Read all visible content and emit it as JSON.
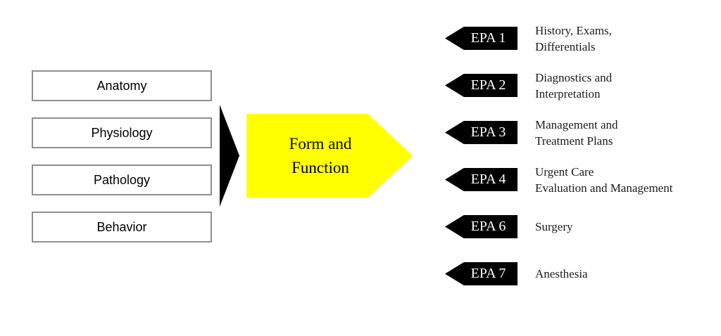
{
  "foundation_boxes": [
    {
      "label": "Anatomy"
    },
    {
      "label": "Physiology"
    },
    {
      "label": "Pathology"
    },
    {
      "label": "Behavior"
    }
  ],
  "bridge": {
    "label": "Form and Function"
  },
  "epa_rows": [
    {
      "tag": "EPA 1",
      "description": "History, Exams,\nDifferentials"
    },
    {
      "tag": "EPA 2",
      "description": "Diagnostics and\nInterpretation"
    },
    {
      "tag": "EPA 3",
      "description": "Management and\nTreatment Plans"
    },
    {
      "tag": "EPA 4",
      "description": "Urgent Care\nEvaluation and Management"
    },
    {
      "tag": "EPA 6",
      "description": "Surgery"
    },
    {
      "tag": "EPA 7",
      "description": "Anesthesia"
    }
  ],
  "colors": {
    "bridge_fill": "#FFFF00",
    "shape_fill": "#000000",
    "box_border": "#8f8f8f",
    "text": "#000000",
    "tag_text": "#FFFFFF"
  }
}
